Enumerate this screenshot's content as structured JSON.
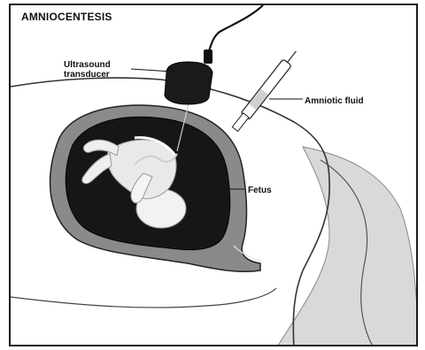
{
  "diagram": {
    "title": "AMNIOCENTESIS",
    "labels": {
      "transducer_line1": "Ultrasound",
      "transducer_line2": "transducer",
      "fluid": "Amniotic fluid",
      "fetus": "Fetus"
    }
  }
}
